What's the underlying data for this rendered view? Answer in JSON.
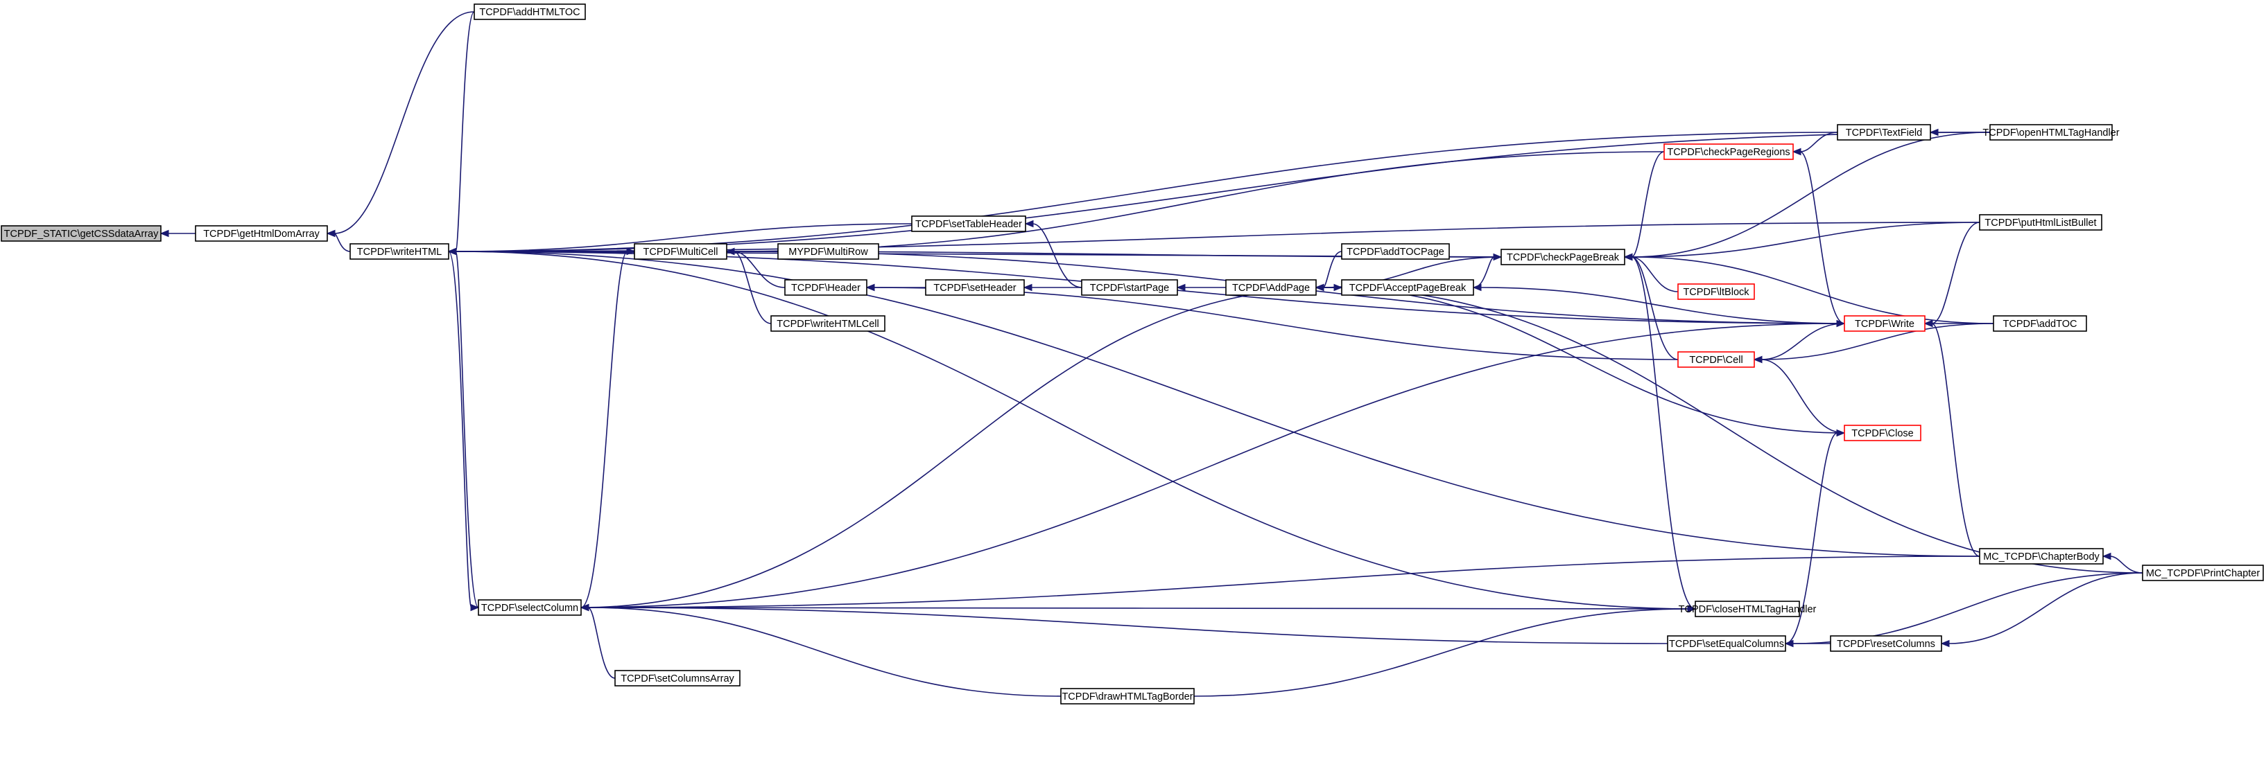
{
  "nodes": {
    "getCSSdataArray": {
      "label": "TCPDF_STATIC\\getCSSdataArray",
      "kind": "root"
    },
    "getHtmlDomArray": {
      "label": "TCPDF\\getHtmlDomArray",
      "kind": "normal"
    },
    "addHTMLTOC": {
      "label": "TCPDF\\addHTMLTOC",
      "kind": "normal"
    },
    "writeHTML": {
      "label": "TCPDF\\writeHTML",
      "kind": "normal"
    },
    "MultiCell": {
      "label": "TCPDF\\MultiCell",
      "kind": "normal"
    },
    "selectColumn": {
      "label": "TCPDF\\selectColumn",
      "kind": "normal"
    },
    "setTableHeader": {
      "label": "TCPDF\\setTableHeader",
      "kind": "normal"
    },
    "MultiRow": {
      "label": "MYPDF\\MultiRow",
      "kind": "normal"
    },
    "Header": {
      "label": "TCPDF\\Header",
      "kind": "normal"
    },
    "writeHTMLCell": {
      "label": "TCPDF\\writeHTMLCell",
      "kind": "normal"
    },
    "setHeader": {
      "label": "TCPDF\\setHeader",
      "kind": "normal"
    },
    "startPage": {
      "label": "TCPDF\\startPage",
      "kind": "normal"
    },
    "AddPage": {
      "label": "TCPDF\\AddPage",
      "kind": "normal"
    },
    "addTOCPage": {
      "label": "TCPDF\\addTOCPage",
      "kind": "normal"
    },
    "AcceptPageBreak": {
      "label": "TCPDF\\AcceptPageBreak",
      "kind": "normal"
    },
    "checkPageBreak": {
      "label": "TCPDF\\checkPageBreak",
      "kind": "normal"
    },
    "checkPageRegions": {
      "label": "TCPDF\\checkPageRegions",
      "kind": "red"
    },
    "TextField": {
      "label": "TCPDF\\TextField",
      "kind": "normal"
    },
    "openHTMLTagHandler": {
      "label": "TCPDF\\openHTMLTagHandler",
      "kind": "normal"
    },
    "putHtmlListBullet": {
      "label": "TCPDF\\putHtmlListBullet",
      "kind": "normal"
    },
    "lfBlock": {
      "label": "TCPDF\\ltBlock",
      "kind": "red"
    },
    "Cell": {
      "label": "TCPDF\\Cell",
      "kind": "red"
    },
    "Write": {
      "label": "TCPDF\\Write",
      "kind": "red"
    },
    "addTOC": {
      "label": "TCPDF\\addTOC",
      "kind": "normal"
    },
    "Close": {
      "label": "TCPDF\\Close",
      "kind": "red"
    },
    "ChapterBody": {
      "label": "MC_TCPDF\\ChapterBody",
      "kind": "normal"
    },
    "PrintChapter": {
      "label": "MC_TCPDF\\PrintChapter",
      "kind": "normal"
    },
    "closeHTMLTagHandler": {
      "label": "TCPDF\\closeHTMLTagHandler",
      "kind": "normal"
    },
    "setEqualColumns": {
      "label": "TCPDF\\setEqualColumns",
      "kind": "normal"
    },
    "resetColumns": {
      "label": "TCPDF\\resetColumns",
      "kind": "normal"
    },
    "setColumnsArray": {
      "label": "TCPDF\\setColumnsArray",
      "kind": "normal"
    },
    "drawHTMLTagBorder": {
      "label": "TCPDF\\drawHTMLTagBorder",
      "kind": "normal"
    }
  },
  "edges": [
    {
      "to": "getCSSdataArray",
      "from": "getHtmlDomArray"
    },
    {
      "to": "getHtmlDomArray",
      "from": "writeHTML"
    },
    {
      "to": "getHtmlDomArray",
      "from": "addHTMLTOC"
    },
    {
      "to": "writeHTML",
      "from": "addHTMLTOC"
    },
    {
      "to": "writeHTML",
      "from": "MultiCell"
    },
    {
      "to": "MultiCell",
      "from": "writeHTML"
    },
    {
      "to": "writeHTML",
      "from": "setTableHeader"
    },
    {
      "to": "writeHTML",
      "from": "selectColumn"
    },
    {
      "to": "selectColumn",
      "from": "writeHTML"
    },
    {
      "to": "writeHTML",
      "from": "openHTMLTagHandler"
    },
    {
      "to": "writeHTML",
      "from": "TextField"
    },
    {
      "to": "writeHTML",
      "from": "putHtmlListBullet"
    },
    {
      "to": "writeHTML",
      "from": "checkPageBreak"
    },
    {
      "to": "writeHTML",
      "from": "Write"
    },
    {
      "to": "writeHTML",
      "from": "ChapterBody"
    },
    {
      "to": "writeHTML",
      "from": "closeHTMLTagHandler"
    },
    {
      "to": "MultiCell",
      "from": "MultiRow"
    },
    {
      "to": "MultiCell",
      "from": "Header"
    },
    {
      "to": "MultiCell",
      "from": "writeHTMLCell"
    },
    {
      "to": "MultiCell",
      "from": "checkPageBreak"
    },
    {
      "to": "MultiCell",
      "from": "checkPageRegions"
    },
    {
      "to": "MultiCell",
      "from": "Write"
    },
    {
      "to": "MultiCell",
      "from": "selectColumn"
    },
    {
      "to": "setTableHeader",
      "from": "startPage"
    },
    {
      "to": "Header",
      "from": "setHeader"
    },
    {
      "to": "setHeader",
      "from": "startPage"
    },
    {
      "to": "startPage",
      "from": "AddPage"
    },
    {
      "to": "AddPage",
      "from": "addTOCPage"
    },
    {
      "to": "AddPage",
      "from": "AcceptPageBreak"
    },
    {
      "to": "AddPage",
      "from": "checkPageBreak"
    },
    {
      "to": "AddPage",
      "from": "Close"
    },
    {
      "to": "AddPage",
      "from": "PrintChapter"
    },
    {
      "to": "AcceptPageBreak",
      "from": "Write"
    },
    {
      "to": "AcceptPageBreak",
      "from": "selectColumn"
    },
    {
      "to": "checkPageBreak",
      "from": "AcceptPageBreak"
    },
    {
      "to": "checkPageBreak",
      "from": "checkPageRegions"
    },
    {
      "to": "checkPageBreak",
      "from": "openHTMLTagHandler"
    },
    {
      "to": "checkPageBreak",
      "from": "putHtmlListBullet"
    },
    {
      "to": "checkPageBreak",
      "from": "lfBlock"
    },
    {
      "to": "checkPageBreak",
      "from": "Cell"
    },
    {
      "to": "checkPageBreak",
      "from": "addTOC"
    },
    {
      "to": "checkPageBreak",
      "from": "closeHTMLTagHandler"
    },
    {
      "to": "checkPageRegions",
      "from": "TextField"
    },
    {
      "to": "checkPageRegions",
      "from": "Write"
    },
    {
      "to": "TextField",
      "from": "openHTMLTagHandler"
    },
    {
      "to": "Header",
      "from": "Cell"
    },
    {
      "to": "Cell",
      "from": "Write"
    },
    {
      "to": "Cell",
      "from": "addTOC"
    },
    {
      "to": "Cell",
      "from": "Close"
    },
    {
      "to": "Write",
      "from": "addTOC"
    },
    {
      "to": "Write",
      "from": "putHtmlListBullet"
    },
    {
      "to": "Write",
      "from": "ChapterBody"
    },
    {
      "to": "Write",
      "from": "selectColumn"
    },
    {
      "to": "Close",
      "from": "setEqualColumns"
    },
    {
      "to": "ChapterBody",
      "from": "PrintChapter"
    },
    {
      "to": "selectColumn",
      "from": "ChapterBody"
    },
    {
      "to": "selectColumn",
      "from": "closeHTMLTagHandler"
    },
    {
      "to": "selectColumn",
      "from": "setColumnsArray"
    },
    {
      "to": "selectColumn",
      "from": "drawHTMLTagBorder"
    },
    {
      "to": "selectColumn",
      "from": "setEqualColumns"
    },
    {
      "to": "closeHTMLTagHandler",
      "from": "drawHTMLTagBorder"
    },
    {
      "to": "setEqualColumns",
      "from": "resetColumns"
    },
    {
      "to": "setEqualColumns",
      "from": "PrintChapter"
    },
    {
      "to": "resetColumns",
      "from": "PrintChapter"
    }
  ]
}
